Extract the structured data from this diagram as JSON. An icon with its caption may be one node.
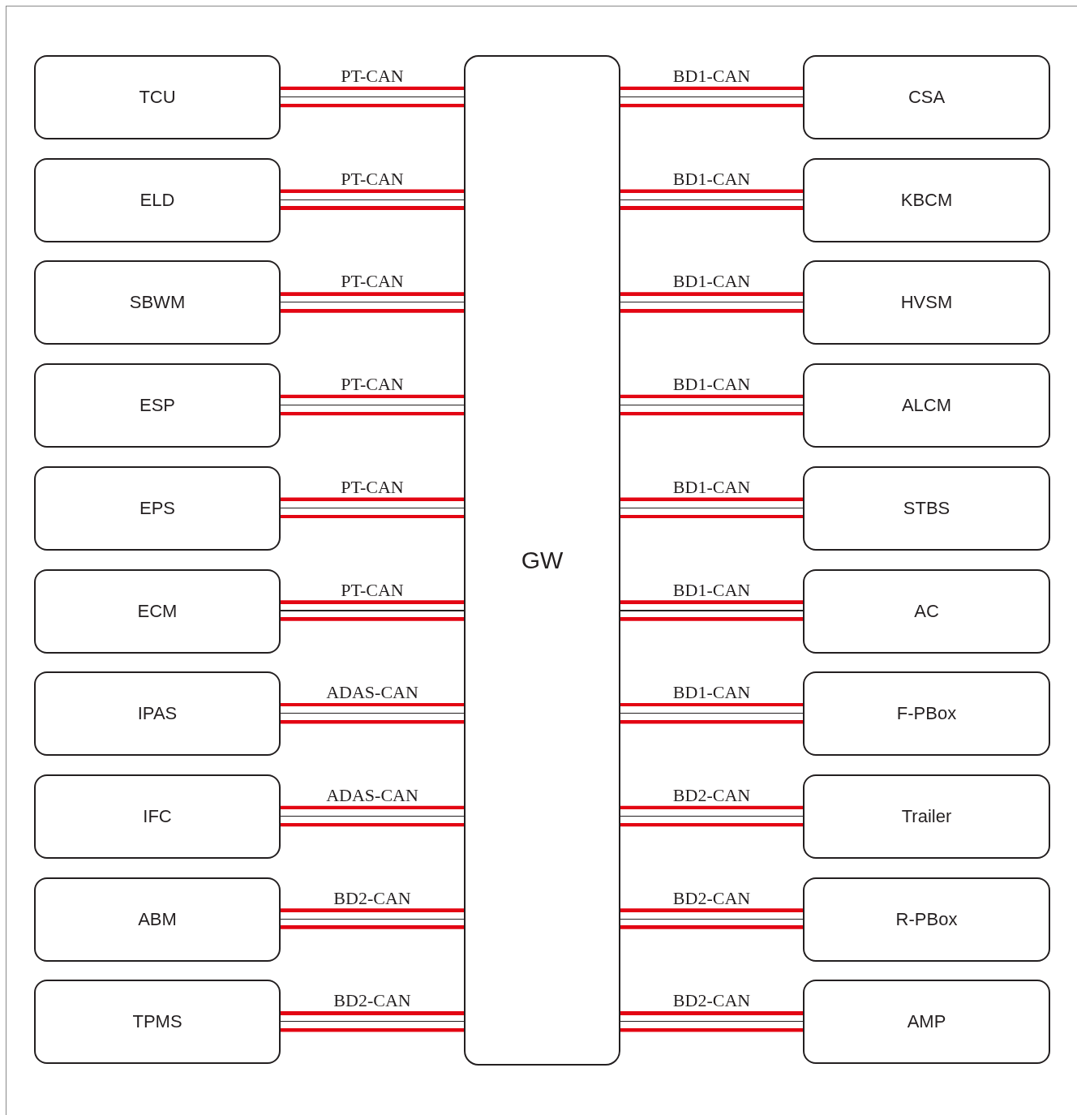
{
  "diagram": {
    "nodes": [
      {
        "text": [
          "TCU"
        ]
      },
      {
        "text": [
          "ELD"
        ]
      },
      {
        "text": [
          "SBWM"
        ]
      },
      {
        "text": [
          "ESP"
        ]
      },
      {
        "text": [
          "EPS"
        ]
      },
      {
        "text": [
          "ECM"
        ]
      },
      {
        "text": [
          "IPAS"
        ]
      },
      {
        "text": [
          "IFC"
        ]
      },
      {
        "text": [
          "ABM"
        ]
      },
      {
        "text": [
          "TPMS"
        ]
      },
      {
        "text": [
          "GW"
        ]
      },
      {
        "text": [
          "CSA"
        ]
      },
      {
        "text": [
          "KBCM"
        ]
      },
      {
        "text": [
          "HVSM"
        ]
      },
      {
        "text": [
          "ALCM"
        ]
      },
      {
        "text": [
          "STBS"
        ]
      },
      {
        "text": [
          "AC"
        ]
      },
      {
        "text": [
          "F-PBox"
        ]
      },
      {
        "text": [
          "Trailer"
        ]
      },
      {
        "text": [
          "R-PBox"
        ]
      },
      {
        "text": [
          "AMP"
        ]
      }
    ],
    "edges": [
      {
        "from": 0,
        "to": 10,
        "arrow": "none",
        "label": "PT-CAN"
      },
      {
        "from": 1,
        "to": 10,
        "arrow": "none",
        "label": "PT-CAN"
      },
      {
        "from": 2,
        "to": 10,
        "arrow": "none",
        "label": "PT-CAN"
      },
      {
        "from": 3,
        "to": 10,
        "arrow": "none",
        "label": "PT-CAN"
      },
      {
        "from": 4,
        "to": 10,
        "arrow": "none",
        "label": "PT-CAN"
      },
      {
        "from": 5,
        "to": 10,
        "arrow": "none",
        "label": "PT-CAN"
      },
      {
        "from": 6,
        "to": 10,
        "arrow": "none",
        "label": "ADAS-CAN"
      },
      {
        "from": 7,
        "to": 10,
        "arrow": "none",
        "label": "ADAS-CAN"
      },
      {
        "from": 8,
        "to": 10,
        "arrow": "none",
        "label": "BD2-CAN"
      },
      {
        "from": 9,
        "to": 10,
        "arrow": "none",
        "label": "BD2-CAN"
      },
      {
        "from": 10,
        "to": 11,
        "arrow": "none",
        "label": "BD1-CAN"
      },
      {
        "from": 10,
        "to": 12,
        "arrow": "none",
        "label": "BD1-CAN"
      },
      {
        "from": 10,
        "to": 13,
        "arrow": "none",
        "label": "BD1-CAN"
      },
      {
        "from": 10,
        "to": 14,
        "arrow": "none",
        "label": "BD1-CAN"
      },
      {
        "from": 10,
        "to": 15,
        "arrow": "none",
        "label": "BD1-CAN"
      },
      {
        "from": 10,
        "to": 16,
        "arrow": "none",
        "label": "BD1-CAN"
      },
      {
        "from": 10,
        "to": 17,
        "arrow": "none",
        "label": "BD1-CAN"
      },
      {
        "from": 10,
        "to": 18,
        "arrow": "none",
        "label": "BD2-CAN"
      },
      {
        "from": 10,
        "to": 19,
        "arrow": "none",
        "label": "BD2-CAN"
      },
      {
        "from": 10,
        "to": 20,
        "arrow": "none",
        "label": "BD2-CAN"
      }
    ]
  }
}
